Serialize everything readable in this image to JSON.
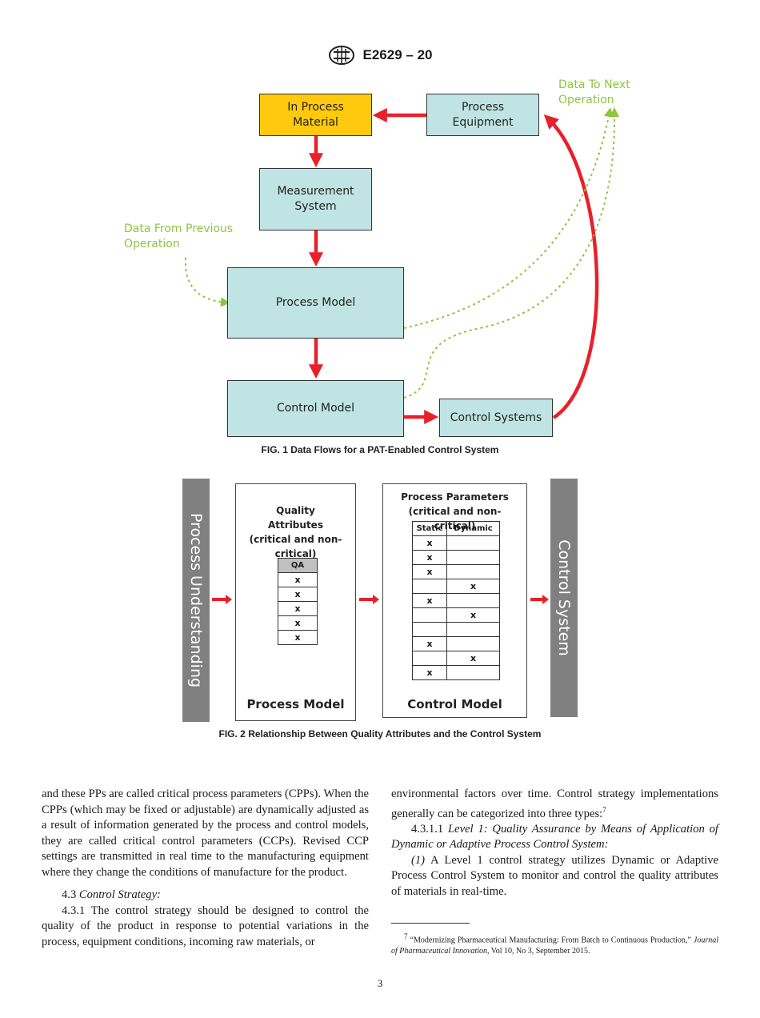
{
  "header": {
    "doc_number": "E2629 – 20"
  },
  "fig1": {
    "boxes": {
      "in_process_material": "In Process Material",
      "process_equipment": "Process Equipment",
      "measurement_system": "Measurement System",
      "process_model": "Process Model",
      "control_model": "Control Model",
      "control_systems": "Control Systems"
    },
    "labels": {
      "data_to_next": "Data To Next Operation",
      "data_from_previous": "Data From Previous Operation"
    },
    "caption": "FIG. 1 Data Flows for a PAT-Enabled Control System"
  },
  "fig2": {
    "left_bar": "Process Understanding",
    "right_bar": "Control System",
    "process_panel": {
      "title": "Quality Attributes (critical and non-critical)",
      "table_header": "QA",
      "rows": [
        "x",
        "x",
        "x",
        "x",
        "x"
      ],
      "footer": "Process Model"
    },
    "control_panel": {
      "title": "Process Parameters (critical and non-critical)",
      "headers": [
        "Static",
        "Dynamic"
      ],
      "rows": [
        [
          "x",
          ""
        ],
        [
          "x",
          ""
        ],
        [
          "x",
          ""
        ],
        [
          "",
          "x"
        ],
        [
          "x",
          ""
        ],
        [
          "",
          "x"
        ],
        [
          "",
          ""
        ],
        [
          "x",
          ""
        ],
        [
          "",
          "x"
        ],
        [
          "x",
          ""
        ]
      ],
      "footer": "Control Model"
    },
    "caption": "FIG. 2 Relationship Between Quality Attributes and the Control System"
  },
  "body": {
    "left_p1": "and these PPs are called critical process parameters (CPPs). When the CPPs (which may be fixed or adjustable) are dynamically adjusted as a result of information generated by the process and control models, they are called critical control parameters (CCPs). Revised CCP settings are transmitted in real time to the manufacturing equipment where they change the conditions of manufacture for the product.",
    "left_43_num": "4.3",
    "left_43_title": "Control Strategy:",
    "left_431": "4.3.1 The control strategy should be designed to control the quality of the product in response to potential variations in the process, equipment conditions, incoming raw materials, or",
    "right_p1": "environmental factors over time. Control strategy implementations generally can be categorized into three types:",
    "right_p1_ref": "7",
    "right_4311_num": "4.3.1.1",
    "right_4311_title": "Level 1: Quality Assurance by Means of Application of Dynamic or Adaptive Process Control System:",
    "right_1_num": "(1)",
    "right_1_text": "A Level 1 control strategy utilizes Dynamic or Adaptive Process Control System to monitor and control the quality attributes of materials in real-time.",
    "footnote_num": "7",
    "footnote_a": "“Modernizing Pharmaceutical Manufacturing: From Batch to Continuous Production,”",
    "footnote_journal": "Journal of Pharmaceutical Innovation",
    "footnote_b": ", Vol 10, No 3, September 2015."
  },
  "page_number": "3",
  "colors": {
    "arrow": "#e8202a",
    "teal": "#bfe4e3",
    "yellow": "#ffc90e",
    "green": "#8dc63f",
    "bar": "#808080"
  }
}
